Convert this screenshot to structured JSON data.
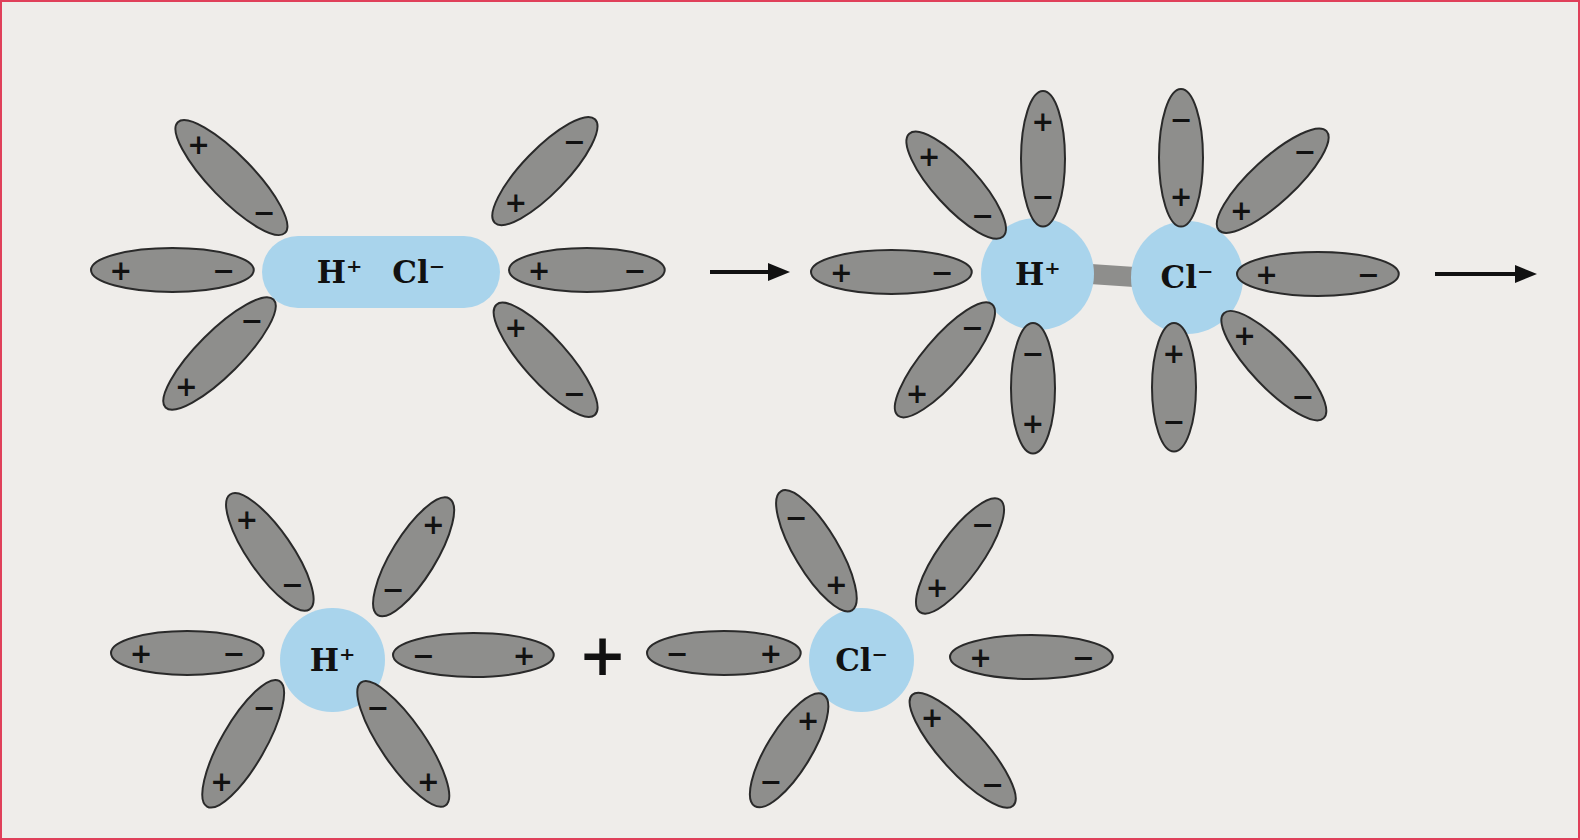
{
  "diagram": {
    "nodes": [
      {
        "text": [
          "H⁺",
          "Cl⁻"
        ]
      },
      {
        "text": [
          "+",
          "−"
        ]
      },
      {
        "text": [
          "+",
          "−"
        ]
      },
      {
        "text": [
          "+",
          "−"
        ]
      },
      {
        "text": [
          "+",
          "−"
        ]
      },
      {
        "text": [
          "+",
          "−"
        ]
      },
      {
        "text": [
          "+",
          "−"
        ]
      },
      {
        "text": [
          "H⁺"
        ]
      },
      {
        "text": [
          "Cl⁻"
        ]
      },
      {
        "text": [
          "+",
          "−"
        ]
      },
      {
        "text": [
          "+",
          "−"
        ]
      },
      {
        "text": [
          "+",
          "−"
        ]
      },
      {
        "text": [
          "+",
          "−"
        ]
      },
      {
        "text": [
          "+",
          "−"
        ]
      },
      {
        "text": [
          "+",
          "−"
        ]
      },
      {
        "text": [
          "+",
          "−"
        ]
      },
      {
        "text": [
          "+",
          "−"
        ]
      },
      {
        "text": [
          "+",
          "−"
        ]
      },
      {
        "text": [
          "+",
          "−"
        ]
      },
      {
        "text": [
          "H⁺"
        ]
      },
      {
        "text": [
          "+",
          "−"
        ]
      },
      {
        "text": [
          "+",
          "−"
        ]
      },
      {
        "text": [
          "+",
          "−"
        ]
      },
      {
        "text": [
          "+",
          "−"
        ]
      },
      {
        "text": [
          "+",
          "−"
        ]
      },
      {
        "text": [
          "+",
          "−"
        ]
      },
      {
        "text": [
          "Cl⁻"
        ]
      },
      {
        "text": [
          "+",
          "−"
        ]
      },
      {
        "text": [
          "+",
          "−"
        ]
      },
      {
        "text": [
          "+",
          "−"
        ]
      },
      {
        "text": [
          "+",
          "−"
        ]
      },
      {
        "text": [
          "+",
          "−"
        ]
      },
      {
        "text": [
          "+",
          "−"
        ]
      }
    ],
    "edges": [
      {
        "from": 7,
        "to": 8,
        "arrow": "none"
      }
    ],
    "labels": [
      "+"
    ]
  }
}
